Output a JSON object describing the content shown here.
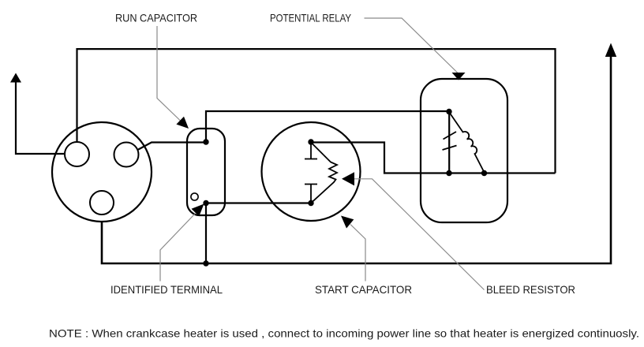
{
  "diagram": {
    "title_labels": {
      "run_capacitor": "RUN CAPACITOR",
      "potential_relay": "POTENTIAL RELAY",
      "identified_terminal": "IDENTIFIED TERMINAL",
      "start_capacitor": "START CAPACITOR",
      "bleed_resistor": "BLEED RESISTOR"
    },
    "note": "NOTE : When crankcase heater is used , connect to incoming power line so that heater is energized continuosly.",
    "colors": {
      "line": "#000000",
      "leader": "#8a8a8a",
      "text": "#1b1b1b",
      "background": "#ffffff"
    }
  }
}
